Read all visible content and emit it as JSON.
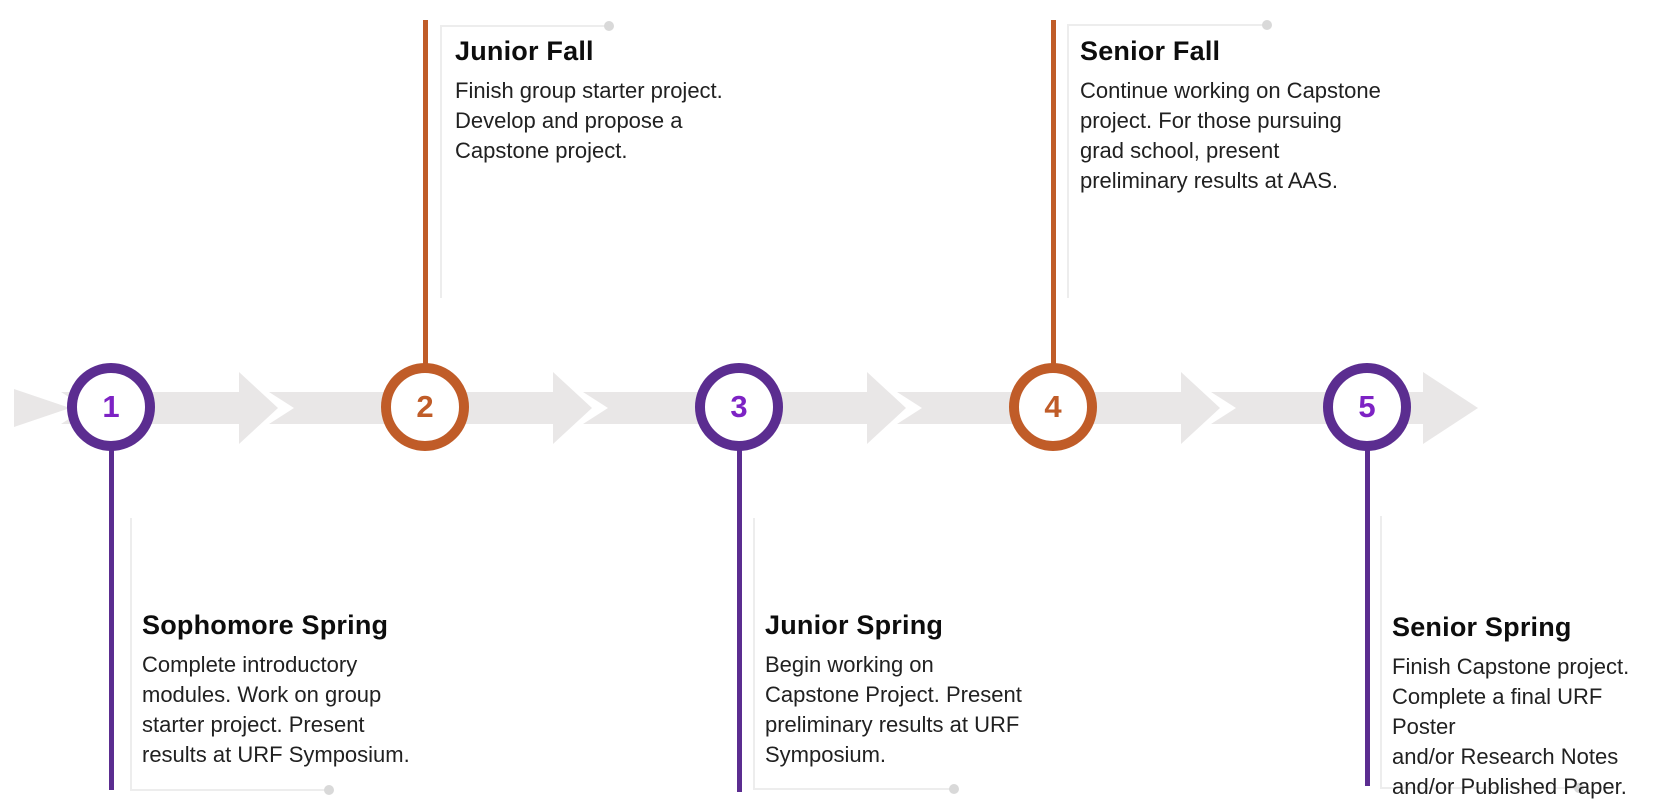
{
  "diagram": {
    "type": "timeline",
    "colors": {
      "purple": "#5b2d90",
      "purple_number": "#7d22c4",
      "orange": "#c05c28",
      "band_gray": "#e9e7e7",
      "callout_border": "#ededed",
      "callout_dot": "#d9d9d9"
    },
    "milestones": [
      {
        "number": "1",
        "title": "Sophomore Spring",
        "description": "Complete introductory\nmodules. Work on group\nstarter project. Present\nresults at URF Symposium.",
        "accent": "purple",
        "label_position": "below"
      },
      {
        "number": "2",
        "title": "Junior Fall",
        "description": "Finish group starter project.\nDevelop and propose a\nCapstone project.",
        "accent": "orange",
        "label_position": "above"
      },
      {
        "number": "3",
        "title": "Junior Spring",
        "description": "Begin working on\nCapstone Project. Present\npreliminary results at URF\nSymposium.",
        "accent": "purple",
        "label_position": "below"
      },
      {
        "number": "4",
        "title": "Senior Fall",
        "description": "Continue working on Capstone\nproject. For those pursuing\ngrad school, present\npreliminary results at AAS.",
        "accent": "orange",
        "label_position": "above"
      },
      {
        "number": "5",
        "title": "Senior Spring",
        "description": "Finish Capstone project.\nComplete a final URF Poster\nand/or Research Notes\nand/or Published Paper.",
        "accent": "purple",
        "label_position": "below"
      }
    ]
  }
}
